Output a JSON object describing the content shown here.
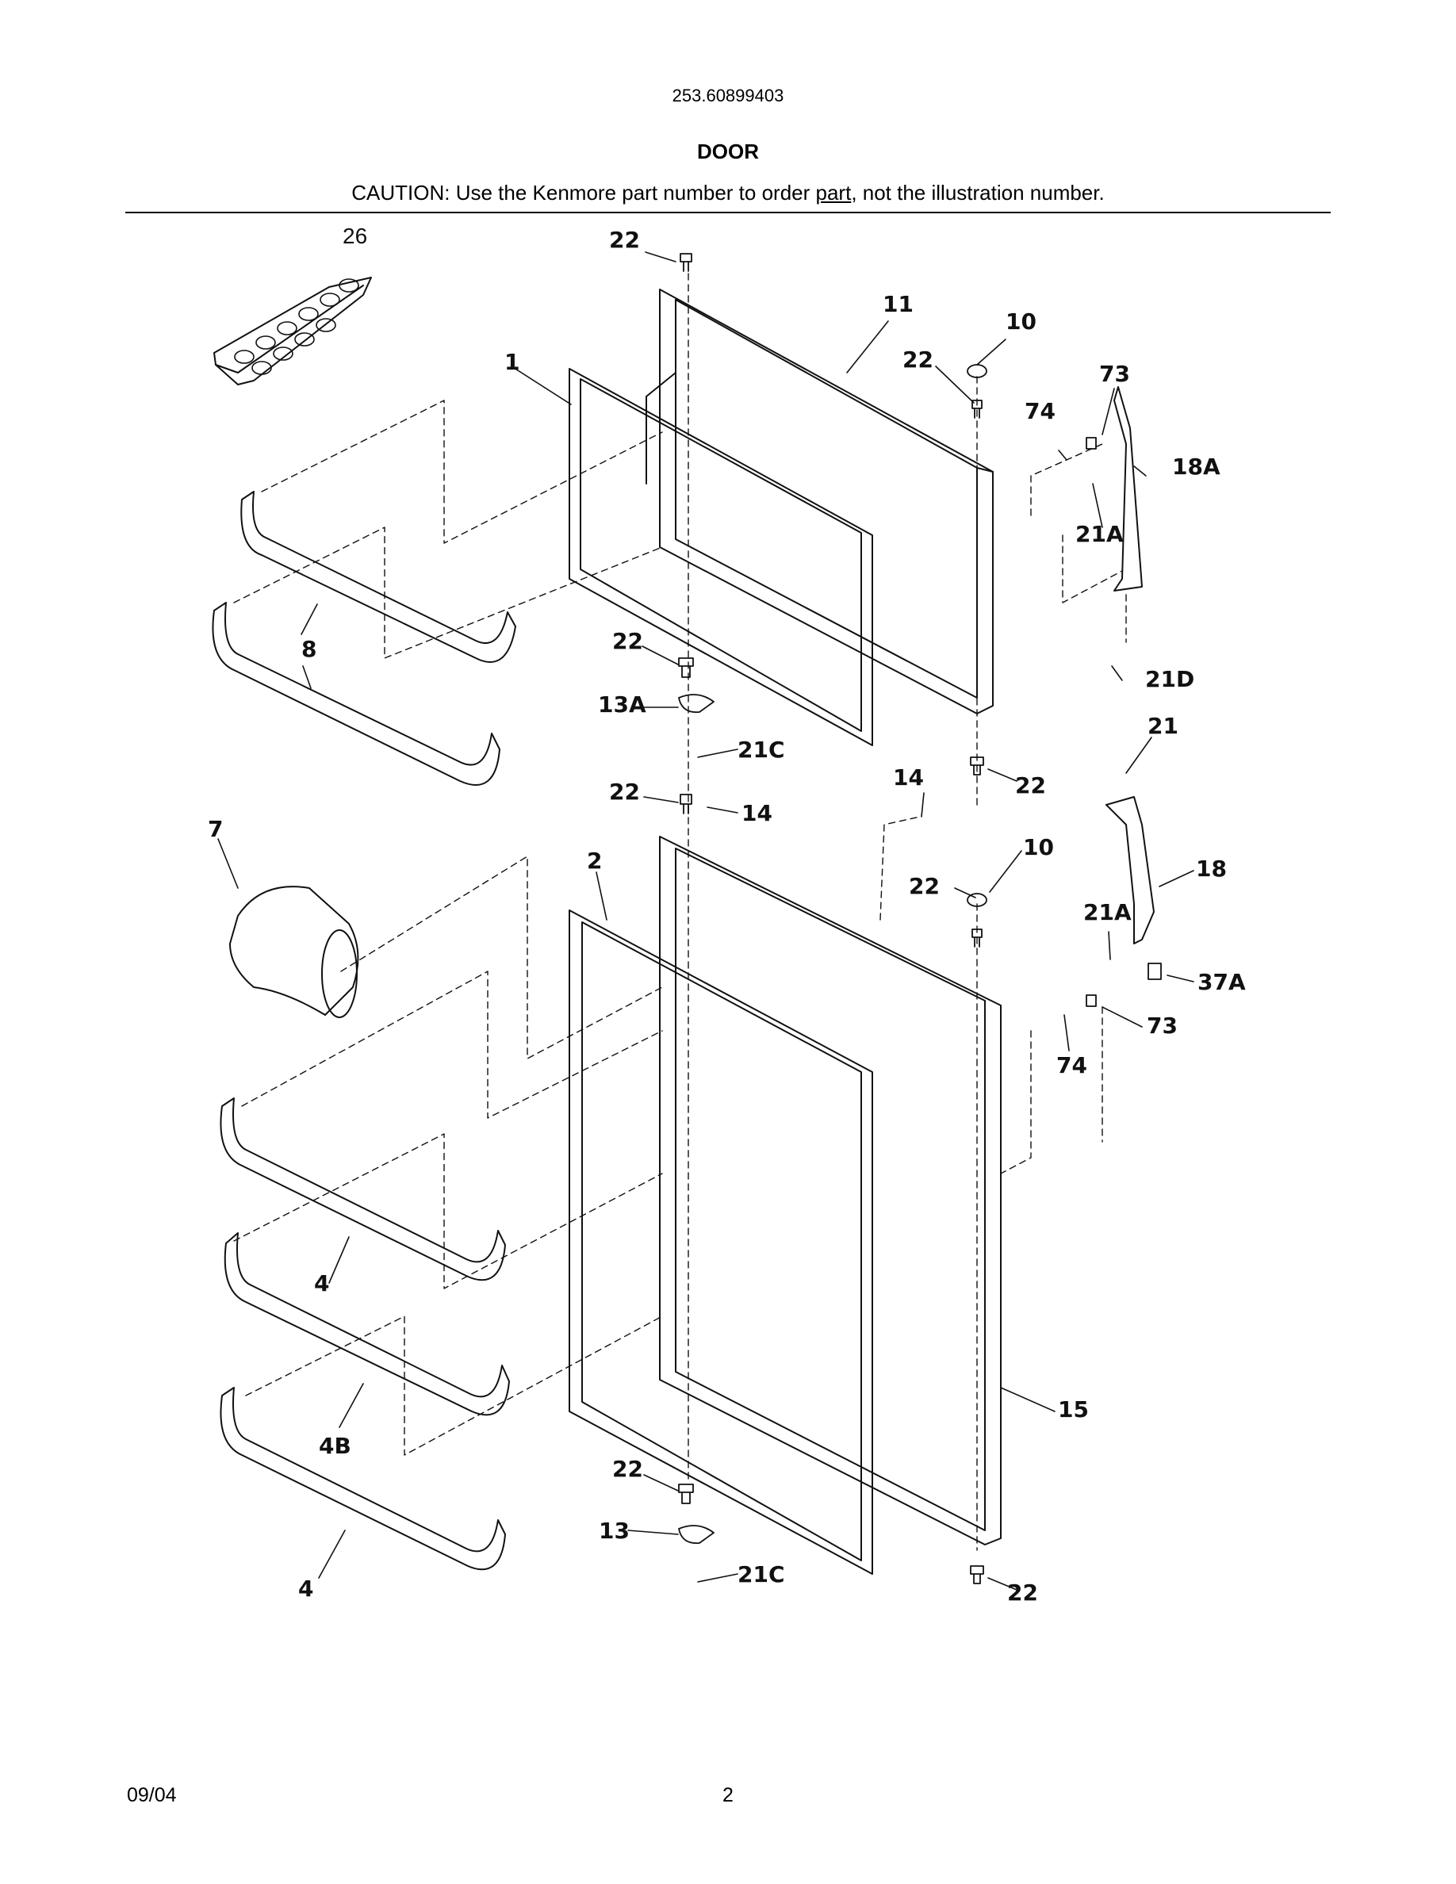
{
  "header": {
    "model_number": "253.60899403",
    "title": "DOOR",
    "caution_prefix": "CAUTION: Use the Kenmore part number to order ",
    "caution_underlined": "part",
    "caution_suffix": ", not the illustration number."
  },
  "callouts": {
    "c26": "26",
    "c22a": "22",
    "c11": "11",
    "c10a": "10",
    "c1": "1",
    "c22b": "22",
    "c73a": "73",
    "c74a": "74",
    "c18A": "18A",
    "c21Aa": "21A",
    "c8": "8",
    "c22c": "22",
    "c21D": "21D",
    "c13A": "13A",
    "c21Ca": "21C",
    "c21": "21",
    "c14a": "14",
    "c22d": "22",
    "c22e": "22",
    "c14b": "14",
    "c7": "7",
    "c2": "2",
    "c10b": "10",
    "c18": "18",
    "c22f": "22",
    "c21Ab": "21A",
    "c37A": "37A",
    "c73b": "73",
    "c74b": "74",
    "c4a": "4",
    "c4B": "4B",
    "c15": "15",
    "c22g": "22",
    "c13": "13",
    "c21Cb": "21C",
    "c4b": "4",
    "c22h": "22"
  },
  "footer": {
    "date": "09/04",
    "page": "2"
  }
}
